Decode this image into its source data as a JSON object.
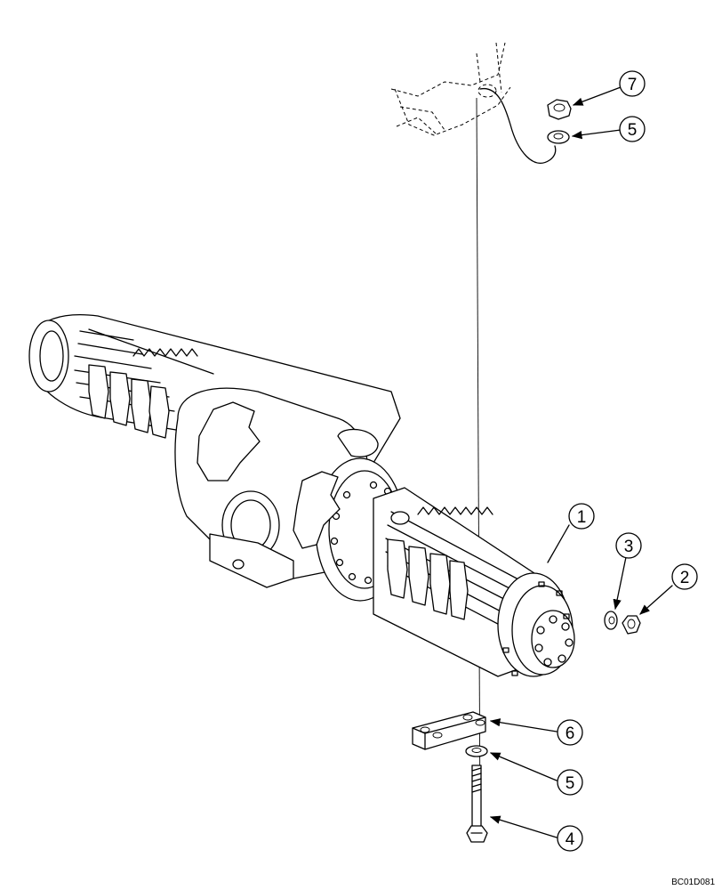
{
  "drawing_code": "BC01D081",
  "callouts": [
    {
      "id": "c7",
      "label": "7"
    },
    {
      "id": "c5a",
      "label": "5"
    },
    {
      "id": "c1",
      "label": "1"
    },
    {
      "id": "c3",
      "label": "3"
    },
    {
      "id": "c2",
      "label": "2"
    },
    {
      "id": "c6",
      "label": "6"
    },
    {
      "id": "c5b",
      "label": "5"
    },
    {
      "id": "c4",
      "label": "4"
    }
  ]
}
